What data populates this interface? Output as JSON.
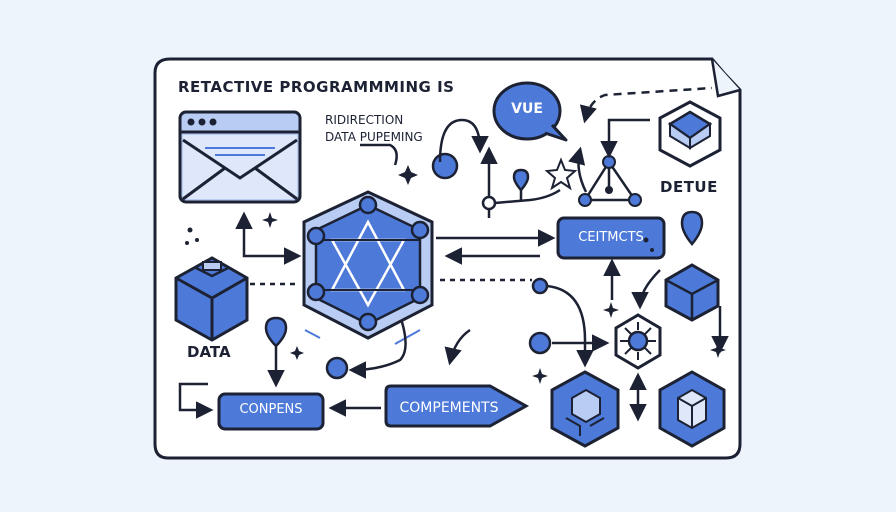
{
  "diagram": {
    "title": "RETACTIVE PROGRAMMMING IS",
    "subtitle_line1": "RIDIRECTION",
    "subtitle_line2": "DATA PUPEMING",
    "bubble_label": "VUE",
    "label_detue": "DETUE",
    "label_data": "DATA",
    "pill_cetimcts": "CEITMCTS",
    "pill_conpens": "CONPENS",
    "pill_compements": "COMPEMENTS"
  },
  "colors": {
    "background": "#eef4fc",
    "card": "#ffffff",
    "outline": "#1c2233",
    "primary_blue": "#4d79d8",
    "light_blue": "#b9ccf3"
  },
  "icons": [
    "envelope-icon",
    "cube-icon",
    "hexagon-network-icon",
    "speech-bubble-icon",
    "map-pin-icon",
    "sparkle-icon",
    "gear-icon"
  ]
}
